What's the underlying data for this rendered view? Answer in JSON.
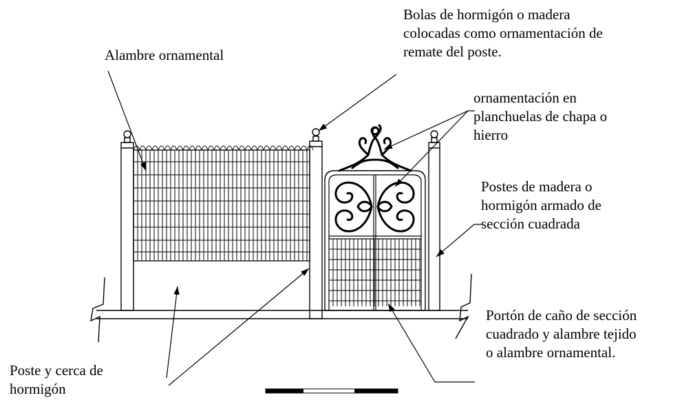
{
  "labels": {
    "alambre": "Alambre ornamental",
    "bolas": [
      "Bolas de hormigón o madera",
      "colocadas como ornamentación de",
      "remate del poste."
    ],
    "ornamentacion": [
      "ornamentación  en",
      "planchuelas de chapa o",
      "hierro"
    ],
    "postes": [
      "Postes de madera  o",
      "hormigón armado de",
      "sección cuadrada"
    ],
    "porton": [
      "Portón de caño de sección",
      "cuadrado y alambre tejido",
      "o alambre ornamental."
    ],
    "poste_cerca": [
      "Poste y cerca  de",
      "hormigón"
    ]
  },
  "colors": {
    "ink": "#000000",
    "background": "#ffffff"
  }
}
